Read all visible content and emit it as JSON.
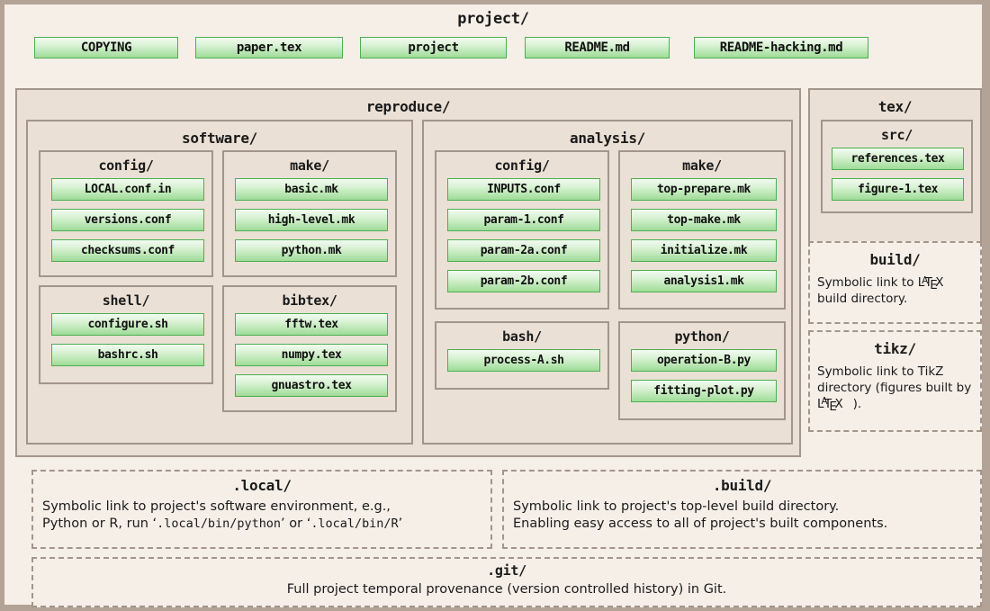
{
  "root": {
    "title": "project/"
  },
  "root_files": [
    {
      "name": "COPYING"
    },
    {
      "name": "paper.tex"
    },
    {
      "name": "project"
    },
    {
      "name": "README.md"
    },
    {
      "name": "README-hacking.md"
    }
  ],
  "reproduce": {
    "title": "reproduce/",
    "software": {
      "title": "software/",
      "config": {
        "title": "config/",
        "files": [
          "LOCAL.conf.in",
          "versions.conf",
          "checksums.conf"
        ]
      },
      "make": {
        "title": "make/",
        "files": [
          "basic.mk",
          "high-level.mk",
          "python.mk"
        ]
      },
      "shell": {
        "title": "shell/",
        "files": [
          "configure.sh",
          "bashrc.sh"
        ]
      },
      "bibtex": {
        "title": "bibtex/",
        "files": [
          "fftw.tex",
          "numpy.tex",
          "gnuastro.tex"
        ]
      }
    },
    "analysis": {
      "title": "analysis/",
      "config": {
        "title": "config/",
        "files": [
          "INPUTS.conf",
          "param-1.conf",
          "param-2a.conf",
          "param-2b.conf"
        ]
      },
      "make": {
        "title": "make/",
        "files": [
          "top-prepare.mk",
          "top-make.mk",
          "initialize.mk",
          "analysis1.mk"
        ]
      },
      "bash": {
        "title": "bash/",
        "files": [
          "process-A.sh"
        ]
      },
      "python": {
        "title": "python/",
        "files": [
          "operation-B.py",
          "fitting-plot.py"
        ]
      }
    }
  },
  "tex": {
    "title": "tex/",
    "src": {
      "title": "src/",
      "files": [
        "references.tex",
        "figure-1.tex"
      ]
    },
    "build": {
      "title": "build/",
      "desc_pre": "Symbolic link to ",
      "desc_latex": "LaTeX",
      "desc_post": " build directory."
    },
    "tikz": {
      "title": "tikz/",
      "desc_pre": "Symbolic link to TikZ directory (figures built by ",
      "desc_latex": "LaTeX",
      "desc_post": ")."
    }
  },
  "local": {
    "title": ".local/",
    "line1": "Symbolic link to project's software environment, e.g.,",
    "line2_pre": "Python or R, run ‘",
    "line2_mono1": ".local/bin/python",
    "line2_mid": "’ or ‘",
    "line2_mono2": ".local/bin/R",
    "line2_post": "’"
  },
  "build": {
    "title": ".build/",
    "line1": "Symbolic link to project's top-level build directory.",
    "line2": "Enabling easy access to all of project's built components."
  },
  "git": {
    "title": ".git/",
    "desc": "Full project temporal provenance (version controlled history) in Git."
  },
  "colors": {
    "page_background": "#f6efe8",
    "outer_frame": "#b3a396",
    "box_fill": "#eae0d5",
    "box_border": "#a3958a",
    "chip_border": "#4caf50",
    "chip_fill_top": "#f2fbf1",
    "chip_fill_bottom": "#9fdc98",
    "text": "#1a1a1a"
  }
}
